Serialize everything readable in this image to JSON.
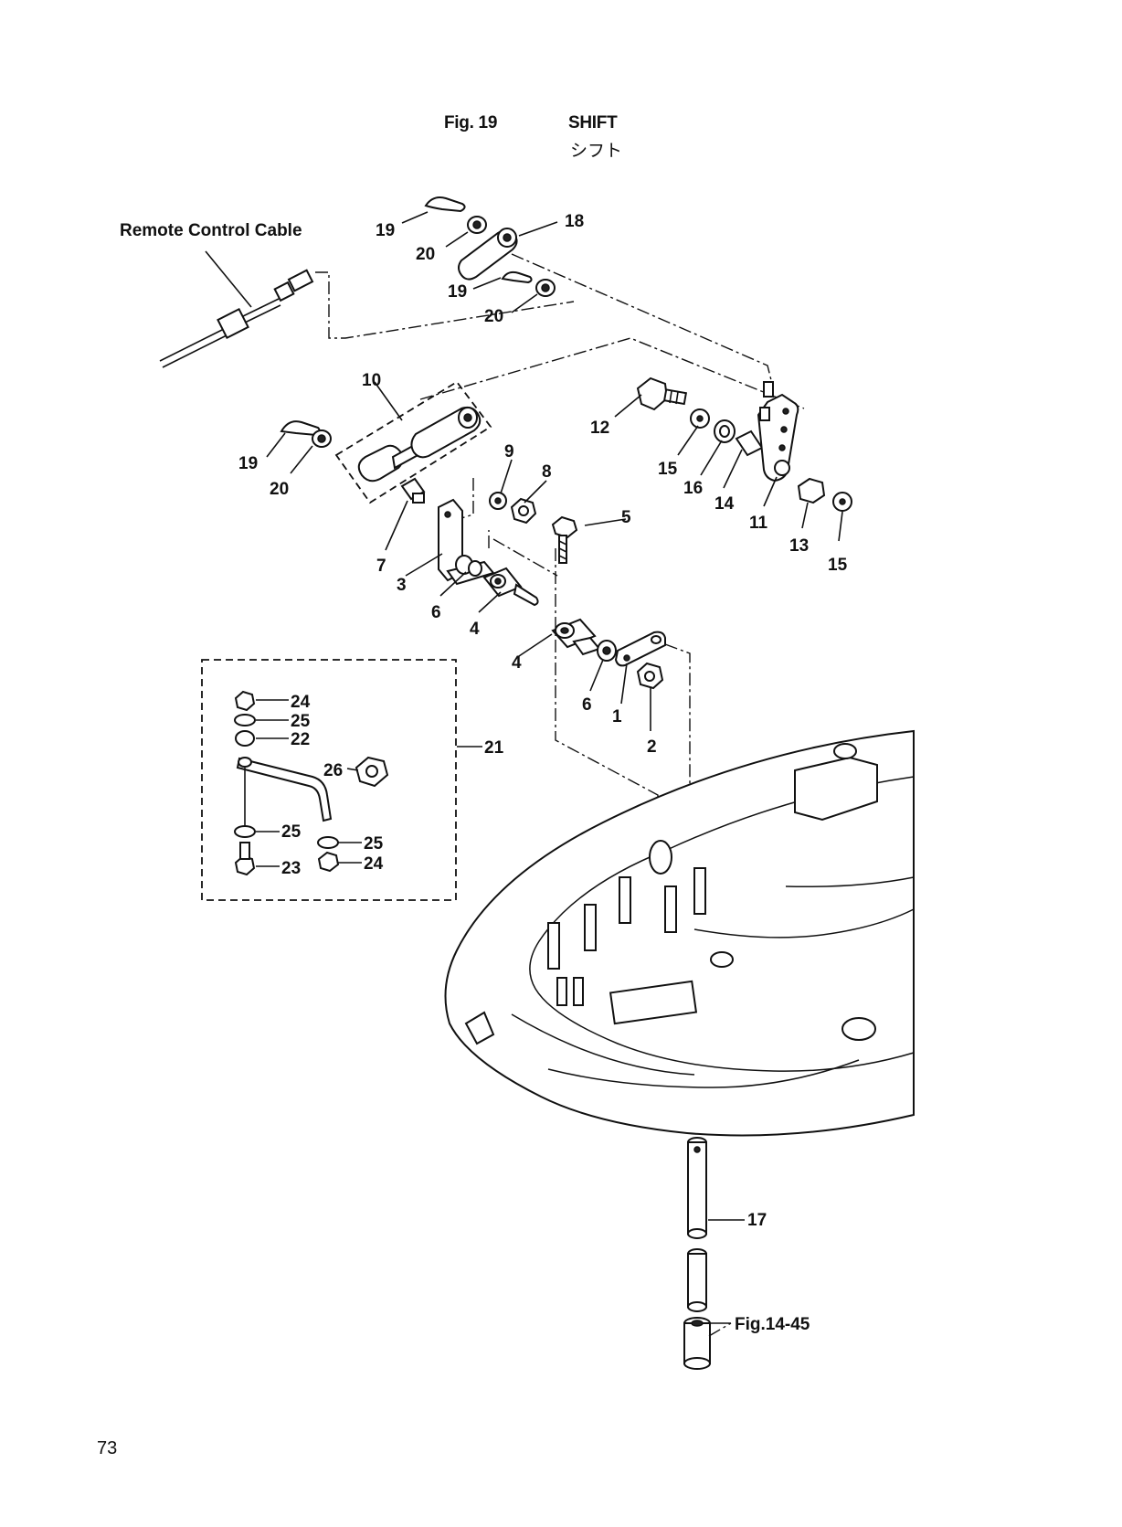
{
  "header": {
    "figure_label": "Fig. 19",
    "title": "SHIFT",
    "title_jp": "シフト"
  },
  "labels": {
    "remote_cable": "Remote Control Cable",
    "fig_ref": "Fig.14-45",
    "n1": "1",
    "n2": "2",
    "n3": "3",
    "n4a": "4",
    "n4b": "4",
    "n5": "5",
    "n6a": "6",
    "n6b": "6",
    "n7": "7",
    "n8": "8",
    "n9": "9",
    "n10": "10",
    "n11": "11",
    "n12": "12",
    "n13": "13",
    "n14": "14",
    "n15a": "15",
    "n15b": "15",
    "n16": "16",
    "n17": "17",
    "n18": "18",
    "n19a": "19",
    "n19b": "19",
    "n19c": "19",
    "n20a": "20",
    "n20b": "20",
    "n20c": "20",
    "n21": "21",
    "n22": "22",
    "n23": "23",
    "n24a": "24",
    "n24b": "24",
    "n25a": "25",
    "n25b": "25",
    "n25c": "25",
    "n26": "26"
  },
  "page_number": "73"
}
